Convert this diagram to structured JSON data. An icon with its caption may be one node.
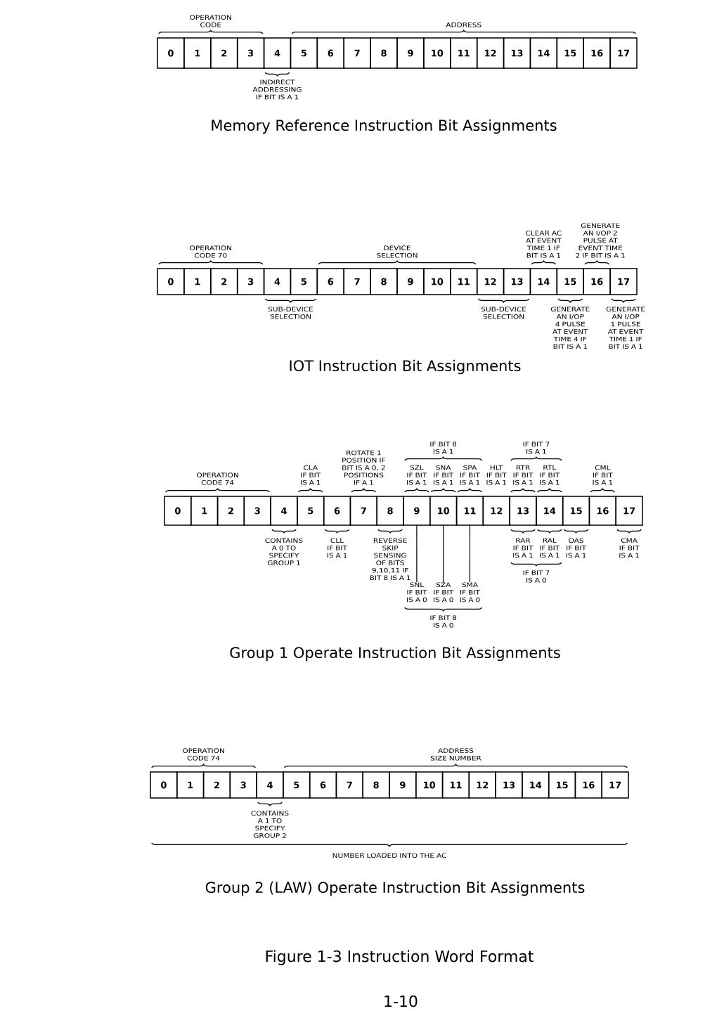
{
  "diagram": {
    "caption": "Figure 1-3 Instruction Word Format",
    "nodes": [
      {
        "text": [
          "0"
        ]
      },
      {
        "text": [
          "1"
        ]
      },
      {
        "text": [
          "2"
        ]
      },
      {
        "text": [
          "3"
        ]
      },
      {
        "text": [
          "4"
        ]
      },
      {
        "text": [
          "5"
        ]
      },
      {
        "text": [
          "6"
        ]
      },
      {
        "text": [
          "7"
        ]
      },
      {
        "text": [
          "8"
        ]
      },
      {
        "text": [
          "9"
        ]
      },
      {
        "text": [
          "10"
        ]
      },
      {
        "text": [
          "11"
        ]
      },
      {
        "text": [
          "12"
        ]
      },
      {
        "text": [
          "13"
        ]
      },
      {
        "text": [
          "14"
        ]
      },
      {
        "text": [
          "15"
        ]
      },
      {
        "text": [
          "16"
        ]
      },
      {
        "text": [
          "17"
        ]
      },
      {
        "text": [
          "0"
        ]
      },
      {
        "text": [
          "1"
        ]
      },
      {
        "text": [
          "2"
        ]
      },
      {
        "text": [
          "3"
        ]
      },
      {
        "text": [
          "4"
        ]
      },
      {
        "text": [
          "5"
        ]
      },
      {
        "text": [
          "6"
        ]
      },
      {
        "text": [
          "7"
        ]
      },
      {
        "text": [
          "8"
        ]
      },
      {
        "text": [
          "9"
        ]
      },
      {
        "text": [
          "10"
        ]
      },
      {
        "text": [
          "11"
        ]
      },
      {
        "text": [
          "12"
        ]
      },
      {
        "text": [
          "13"
        ]
      },
      {
        "text": [
          "14"
        ]
      },
      {
        "text": [
          "15"
        ]
      },
      {
        "text": [
          "16"
        ]
      },
      {
        "text": [
          "17"
        ]
      },
      {
        "text": [
          "0"
        ]
      },
      {
        "text": [
          "1"
        ]
      },
      {
        "text": [
          "2"
        ]
      },
      {
        "text": [
          "3"
        ]
      },
      {
        "text": [
          "4"
        ]
      },
      {
        "text": [
          "5"
        ]
      },
      {
        "text": [
          "6"
        ]
      },
      {
        "text": [
          "7"
        ]
      },
      {
        "text": [
          "8"
        ]
      },
      {
        "text": [
          "9"
        ]
      },
      {
        "text": [
          "10"
        ]
      },
      {
        "text": [
          "11"
        ]
      },
      {
        "text": [
          "12"
        ]
      },
      {
        "text": [
          "13"
        ]
      },
      {
        "text": [
          "14"
        ]
      },
      {
        "text": [
          "15"
        ]
      },
      {
        "text": [
          "16"
        ]
      },
      {
        "text": [
          "17"
        ]
      },
      {
        "text": [
          "SNL IF BIT IS A 0"
        ]
      },
      {
        "text": [
          "SZA IF BIT IS A 0"
        ]
      },
      {
        "text": [
          "SMA IF BIT IS A 0"
        ]
      },
      {
        "text": [
          "0"
        ]
      },
      {
        "text": [
          "1"
        ]
      },
      {
        "text": [
          "2"
        ]
      },
      {
        "text": [
          "3"
        ]
      },
      {
        "text": [
          "4"
        ]
      },
      {
        "text": [
          "5"
        ]
      },
      {
        "text": [
          "6"
        ]
      },
      {
        "text": [
          "7"
        ]
      },
      {
        "text": [
          "8"
        ]
      },
      {
        "text": [
          "9"
        ]
      },
      {
        "text": [
          "10"
        ]
      },
      {
        "text": [
          "11"
        ]
      },
      {
        "text": [
          "12"
        ]
      },
      {
        "text": [
          "13"
        ]
      },
      {
        "text": [
          "14"
        ]
      },
      {
        "text": [
          "15"
        ]
      },
      {
        "text": [
          "16"
        ]
      },
      {
        "text": [
          "17"
        ]
      }
    ],
    "edges": [
      {
        "from": 45,
        "to": 54,
        "arrow": "none"
      },
      {
        "from": 46,
        "to": 55,
        "arrow": "none"
      },
      {
        "from": 47,
        "to": 56,
        "arrow": "none"
      }
    ],
    "labels": [
      "OPERATION CODE",
      "ADDRESS",
      "INDIRECT ADDRESSING IF BIT IS A 1",
      "Memory Reference Instruction Bit Assignments",
      "OPERATION CODE 70",
      "DEVICE SELECTION",
      "CLEAR AC AT EVENT TIME 1 IF BIT IS A 1",
      "GENERATE AN I/OP 2 PULSE AT EVENT TIME 2 IF BIT IS A 1",
      "SUB-DEVICE SELECTION",
      "SUB-DEVICE SELECTION",
      "GENERATE AN I/OP 4 PULSE AT EVENT TIME 4 IF BIT IS A 1",
      "GENERATE AN I/OP 1 PULSE AT EVENT TIME 1 IF BIT IS A 1",
      "IOT Instruction Bit Assignments",
      "IF BIT 8 IS A 1",
      "IF BIT 7 IS A 1",
      "ROTATE 1 POSITION IF BIT IS A 0, 2 POSITIONS IF A 1",
      "OPERATION CODE 74",
      "CLA IF BIT IS A 1",
      "SZL IF BIT IS A 1",
      "SNA IF BIT IS A 1",
      "SPA IF BIT IS A 1",
      "HLT IF BIT IS A 1",
      "RTR IF BIT IS A 1",
      "RTL IF BIT IS A 1",
      "CML IF BIT IS A 1",
      "CONTAINS A 0 TO SPECIFY GROUP 1",
      "CLL IF BIT IS A 1",
      "REVERSE SKIP SENSING OF BITS 9,10,11 IF BIT 8 IS A 1",
      "RAR IF BIT IS A 1",
      "RAL IF BIT IS A 1",
      "OAS IF BIT IS A 1",
      "CMA IF BIT IS A 1",
      "IF BIT 7 IS A 0",
      "IF BIT 8 IS A 0",
      "Group 1 Operate Instruction Bit Assignments",
      "OPERATION CODE 74",
      "ADDRESS SIZE NUMBER",
      "CONTAINS A 1 TO SPECIFY GROUP 2",
      "NUMBER LOADED INTO THE AC",
      "Group 2 (LAW) Operate Instruction Bit Assignments",
      "1-10"
    ]
  }
}
